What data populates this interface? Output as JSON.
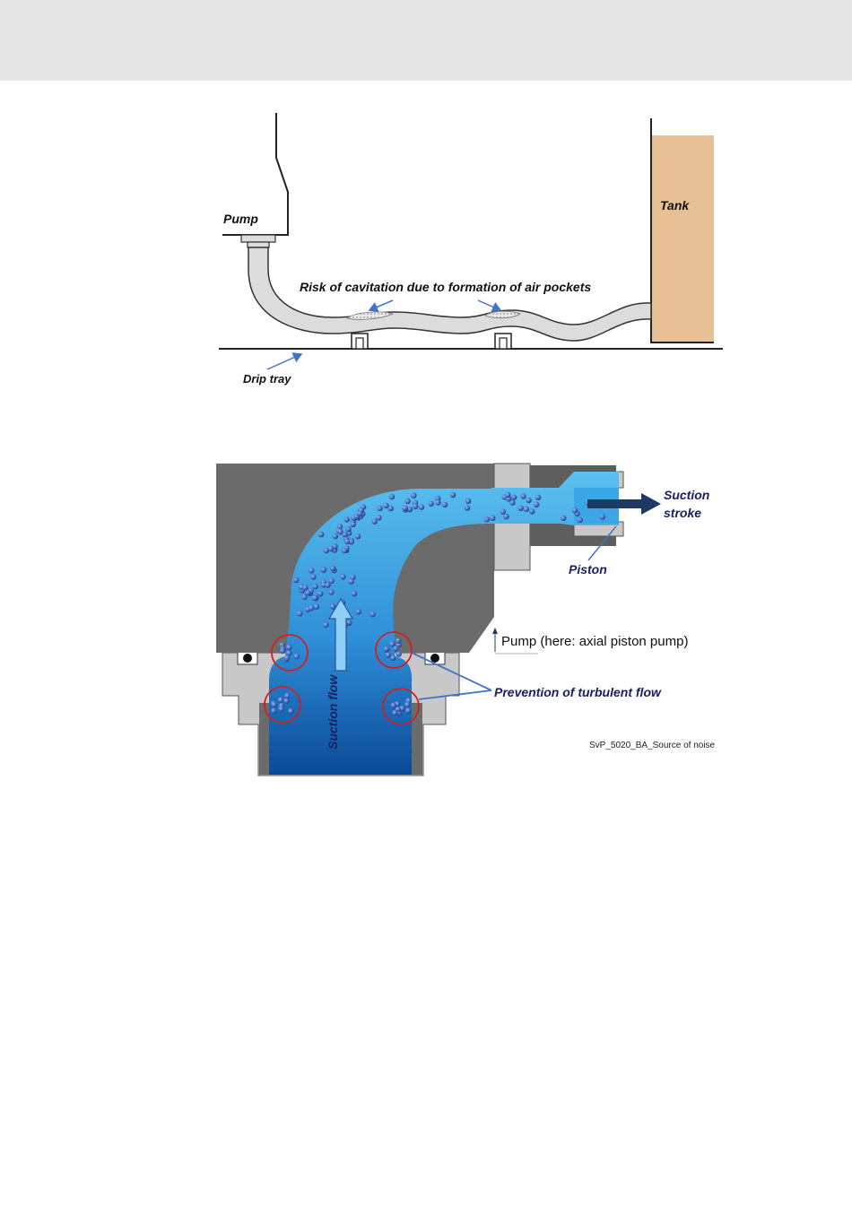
{
  "header_bar": "",
  "figure1": {
    "pump_label": "Pump",
    "tank_label": "Tank",
    "cavitation_label": "Risk of cavitation due to formation of air pockets",
    "drip_tray_label": "Drip tray"
  },
  "figure2": {
    "suction_stroke_line1": "Suction",
    "suction_stroke_line2": "stroke",
    "piston_label": "Piston",
    "suction_flow_label": "Suction flow",
    "pump_type_label": "Pump (here: axial piston pump)",
    "turbulent_label": "Prevention of turbulent flow",
    "source_label": "SvP_5020_BA_Source of noise"
  },
  "colors": {
    "pipe_fill": "#dcdcdc",
    "tank_fill": "#e8c096",
    "housing_dark": "#6b6b6b",
    "housing_light": "#c8c8c8",
    "fluid_light": "#55b8ea",
    "fluid_dark": "#0a4a98",
    "label_navy": "#1a2060",
    "arrow_blue": "#4472c4",
    "circle_red": "#d02020"
  }
}
